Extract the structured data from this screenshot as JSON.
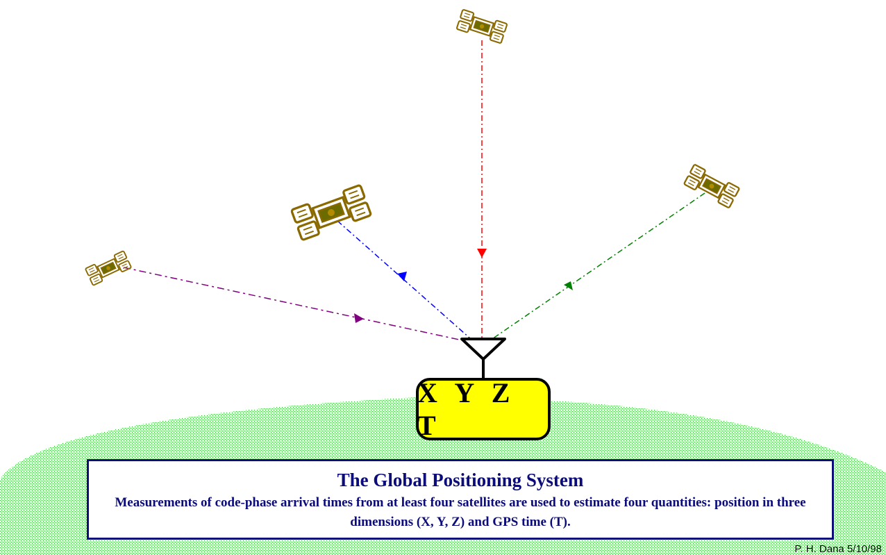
{
  "receiver": {
    "label": "X Y Z T",
    "fill_color": "#ffff00"
  },
  "caption": {
    "title": "The Global Positioning System",
    "text": "Measurements of code-phase arrival times from at least four satellites are used to estimate four quantities: position in three dimensions (X, Y, Z) and GPS time (T)."
  },
  "credit": "P. H. Dana 5/10/98",
  "colors": {
    "caption_text": "#0b0b7a",
    "earth": "#2fbf2f",
    "satellite": "#8a6a00"
  },
  "satellites": [
    {
      "name": "satellite-top",
      "signal_color": "#ff0000",
      "icon": "satellite-icon"
    },
    {
      "name": "satellite-upper-left",
      "signal_color": "#0000ff",
      "icon": "satellite-icon"
    },
    {
      "name": "satellite-left",
      "signal_color": "#800080",
      "icon": "satellite-icon"
    },
    {
      "name": "satellite-right",
      "signal_color": "#008000",
      "icon": "satellite-icon"
    }
  ]
}
